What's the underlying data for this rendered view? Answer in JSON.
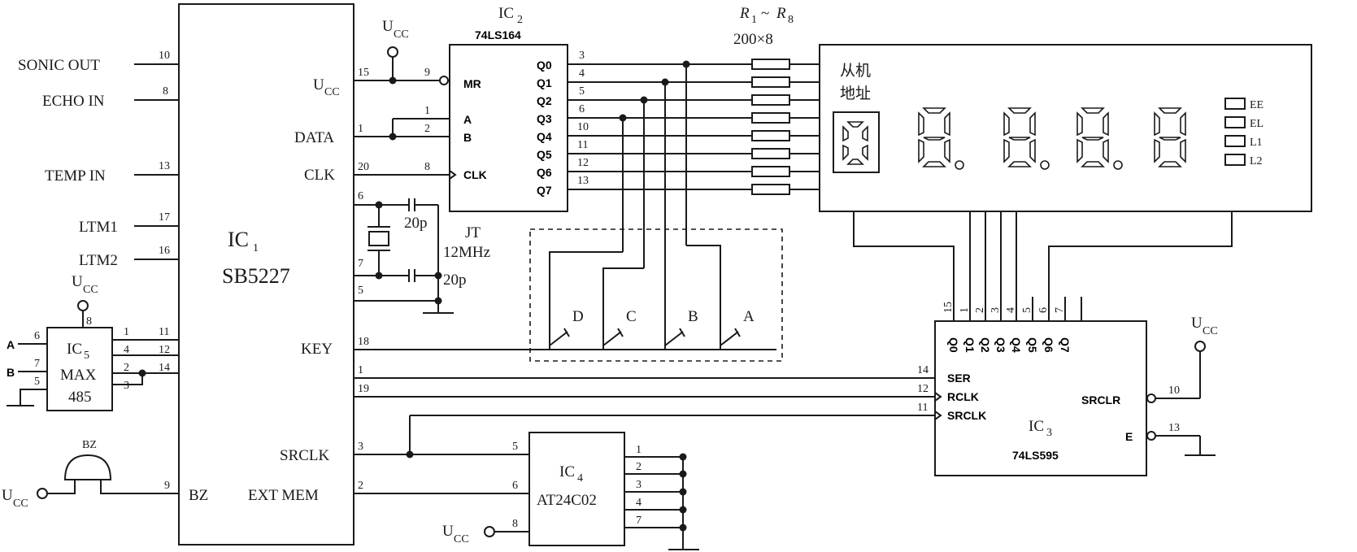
{
  "ic1": {
    "name": "IC",
    "sub": "1",
    "part": "SB5227",
    "pins_left": [
      "SONIC OUT",
      "ECHO IN",
      "TEMP IN",
      "LTM1",
      "LTM2"
    ],
    "pins_left_num": [
      "10",
      "8",
      "13",
      "17",
      "16"
    ],
    "pin_ucc": "U",
    "pin_ucc_sub": "CC",
    "pin_data": "DATA",
    "pin_clk": "CLK",
    "pin_key": "KEY",
    "pin_srclk": "SRCLK",
    "pin_extmem": "EXT MEM",
    "pin_bz": "BZ",
    "nums": {
      "ucc": "15",
      "data": "1",
      "clk": "20",
      "x1": "6",
      "x2": "7",
      "g": "5",
      "key": "18",
      "ser": "1",
      "rclk": "19",
      "srclk": "3",
      "ext": "2",
      "bz": "9",
      "m1": "11",
      "m2": "12",
      "m3": "14"
    }
  },
  "ic2": {
    "name": "IC",
    "sub": "2",
    "part": "74LS164",
    "pins": [
      "MR",
      "A",
      "B",
      "CLK"
    ],
    "pin_nums_in": [
      "9",
      "1",
      "2",
      "8"
    ],
    "outputs": [
      "Q0",
      "Q1",
      "Q2",
      "Q3",
      "Q4",
      "Q5",
      "Q6",
      "Q7"
    ],
    "output_nums": [
      "3",
      "4",
      "5",
      "6",
      "10",
      "11",
      "12",
      "13"
    ]
  },
  "resistors": {
    "name": "R",
    "sub1": "1",
    "tilde": "~",
    "name2": "R",
    "sub2": "8",
    "value": "200×8"
  },
  "crystal": {
    "c1": "20p",
    "c2": "20p",
    "name": "JT",
    "freq": "12MHz"
  },
  "keys": [
    "D",
    "C",
    "B",
    "A"
  ],
  "display": {
    "slave_label_1": "从机",
    "slave_label_2": "地址",
    "slave_digit": "0",
    "digits": [
      "8.",
      "8.",
      "8.",
      "8"
    ],
    "indicators": [
      "EE",
      "EL",
      "L1",
      "L2"
    ]
  },
  "ic3": {
    "name": "IC",
    "sub": "3",
    "part": "74LS595",
    "outputs": [
      "Q0",
      "Q1",
      "Q2",
      "Q3",
      "Q4",
      "Q5",
      "Q6",
      "Q7"
    ],
    "output_nums": [
      "15",
      "1",
      "2",
      "3",
      "4",
      "5",
      "6",
      "7"
    ],
    "inputs": [
      "SER",
      "RCLK",
      "SRCLK"
    ],
    "input_nums": [
      "14",
      "12",
      "11"
    ],
    "srclr": "SRCLR",
    "srclr_num": "10",
    "e": "E",
    "e_num": "13"
  },
  "ic4": {
    "name": "IC",
    "sub": "4",
    "part": "AT24C02",
    "in_nums": [
      "5",
      "6",
      "8"
    ],
    "right_nums": [
      "1",
      "2",
      "3",
      "4",
      "7"
    ]
  },
  "ic5": {
    "name": "IC",
    "sub": "5",
    "part1": "MAX",
    "part2": "485",
    "left": [
      "A",
      "B"
    ],
    "left_nums": [
      "6",
      "7",
      "5"
    ],
    "right_nums": [
      "1",
      "4",
      "2",
      "3"
    ],
    "top_num": "8"
  },
  "bz": {
    "name": "BZ"
  },
  "ucc": {
    "u": "U",
    "sub": "CC"
  }
}
